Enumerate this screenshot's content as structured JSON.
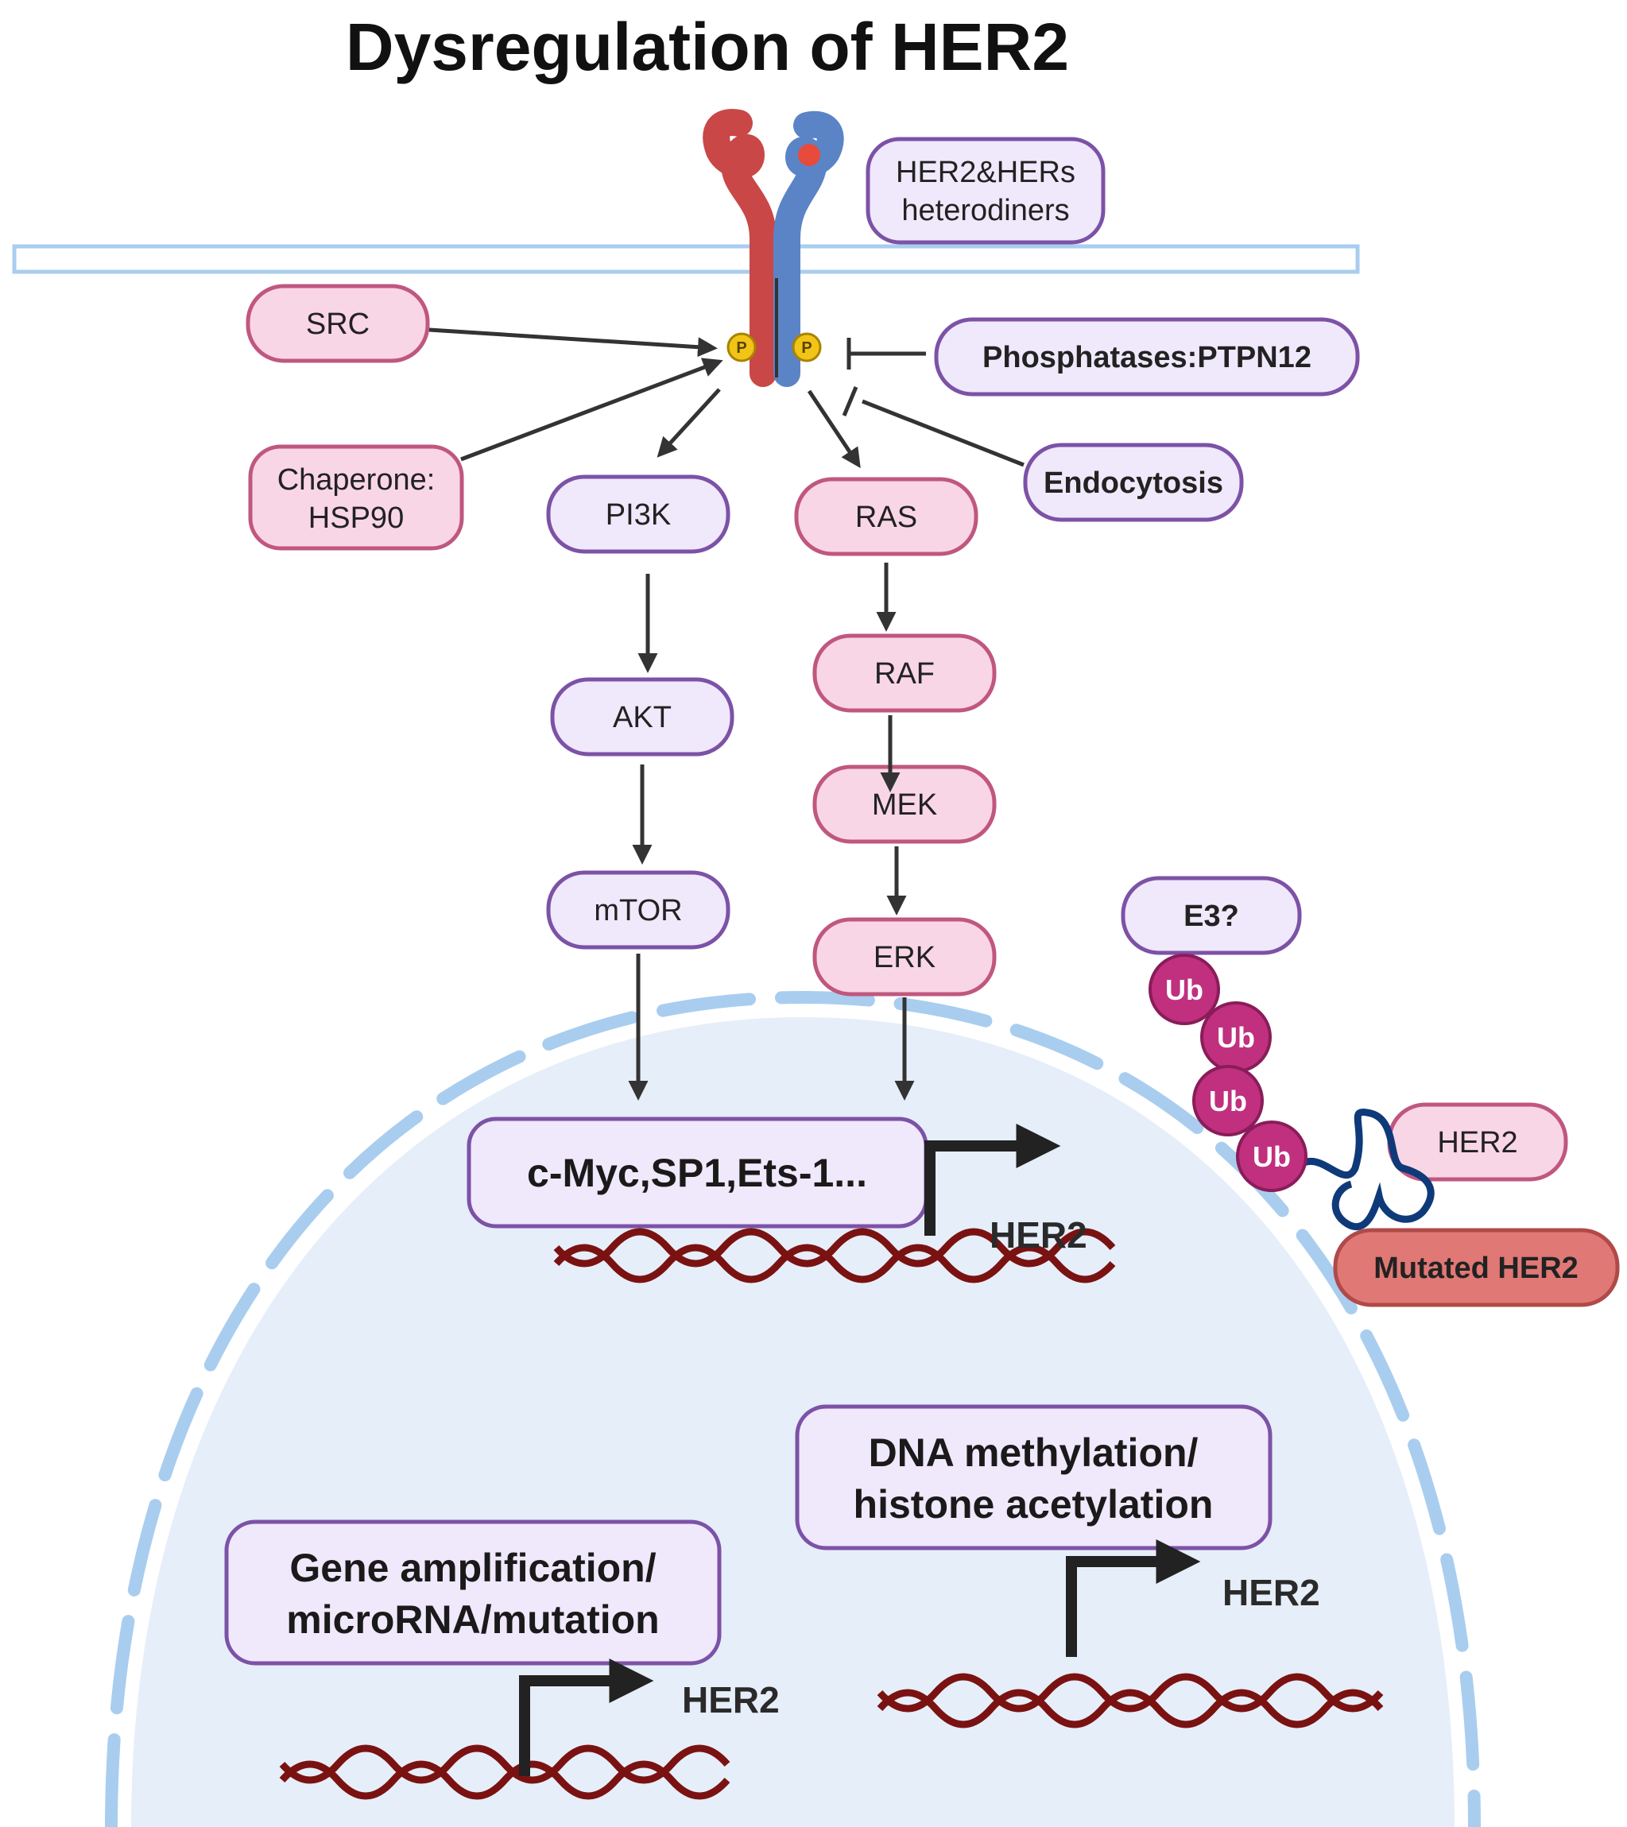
{
  "title": "Dysregulation of HER2",
  "colors": {
    "pink_fill": "#f9d6e6",
    "pink_stroke": "#c0577f",
    "lavender_fill": "#f0e8fb",
    "lavender_stroke": "#7c52a6",
    "mutated_fill": "#e07875",
    "mutated_stroke": "#b04a48",
    "nucleus_fill": "#e6eef9",
    "membrane": "#a9cdef",
    "ub_fill": "#c0307f",
    "dna": "#7a1212",
    "receptor_red": "#c94747",
    "receptor_blue": "#5b84c6",
    "phospho": "#f2c418"
  },
  "receptor": {
    "label_line1": "HER2&HERs",
    "label_line2": "heterodiners",
    "phospho_label": "P"
  },
  "upstream": {
    "src": "SRC",
    "chaperone_line1": "Chaperone:",
    "chaperone_line2": "HSP90",
    "phosphatases": "Phosphatases:PTPN12",
    "endocytosis": "Endocytosis"
  },
  "pi3k_pathway": [
    "PI3K",
    "AKT",
    "mTOR"
  ],
  "mapk_pathway": [
    "RAS",
    "RAF",
    "MEK",
    "ERK"
  ],
  "nucleus": {
    "transcription_factors": "c-Myc,SP1,Ets-1...",
    "gene_amp_line1": "Gene amplification/",
    "gene_amp_line2": "microRNA/mutation",
    "epigenetic_line1": "DNA methylation/",
    "epigenetic_line2": "histone acetylation",
    "gene_label": "HER2"
  },
  "degradation": {
    "e3": "E3?",
    "ub_label": "Ub",
    "her2": "HER2",
    "mutated": "Mutated HER2"
  }
}
